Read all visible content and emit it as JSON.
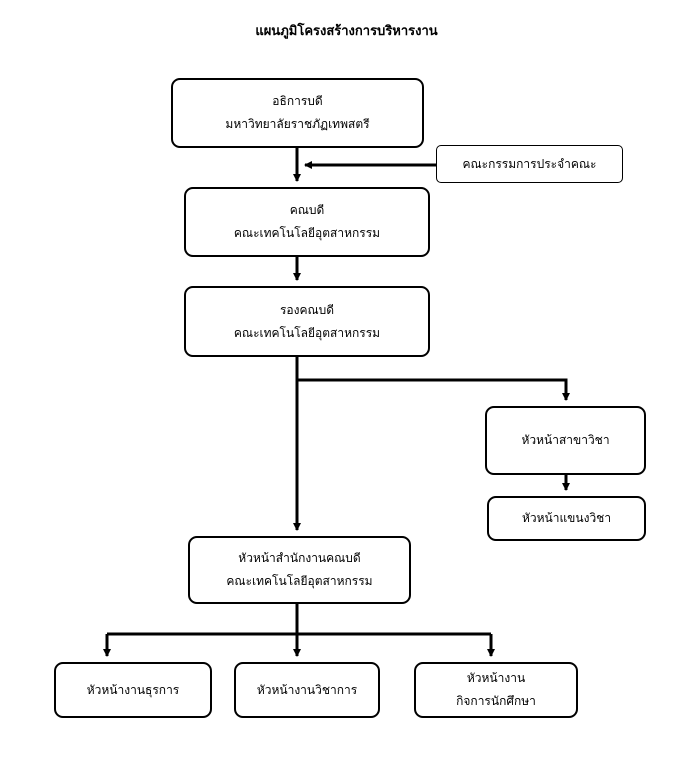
{
  "title": "แผนภูมิโครงสร้างการบริหารงาน",
  "nodes": {
    "president": {
      "line1": "อธิการบดี",
      "line2": "มหาวิทยาลัยราชภัฏเทพสตรี"
    },
    "committee": {
      "line1": "คณะกรรมการประจำคณะ"
    },
    "dean": {
      "line1": "คณบดี",
      "line2": "คณะเทคโนโลยีอุตสาหกรรม"
    },
    "vice_dean": {
      "line1": "รองคณบดี",
      "line2": "คณะเทคโนโลยีอุตสาหกรรม"
    },
    "program_head": {
      "line1": "หัวหน้าสาขาวิชา"
    },
    "major_head": {
      "line1": "หัวหน้าแขนงวิชา"
    },
    "office_head": {
      "line1": "หัวหน้าสำนักงานคณบดี",
      "line2": "คณะเทคโนโลยีอุตสาหกรรม"
    },
    "admin_head": {
      "line1": "หัวหน้างานธุรการ"
    },
    "academic_head": {
      "line1": "หัวหน้างานวิชาการ"
    },
    "student_affairs_head": {
      "line1": "หัวหน้างาน",
      "line2": "กิจการนักศึกษา"
    }
  }
}
